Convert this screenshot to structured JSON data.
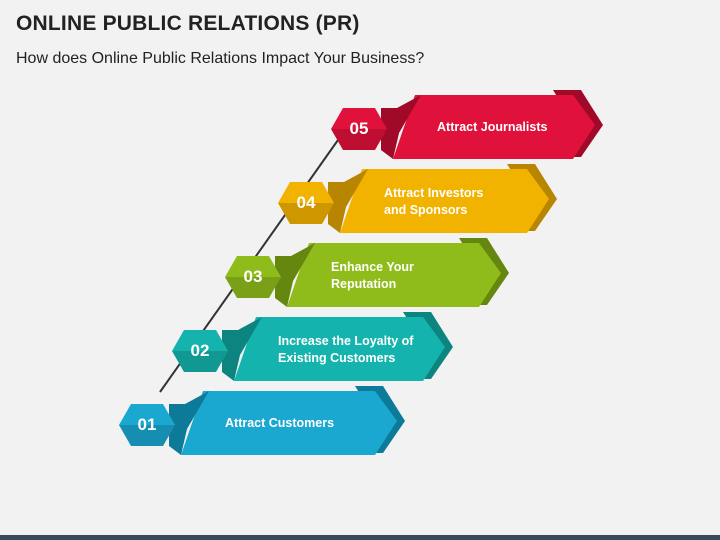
{
  "title": "ONLINE PUBLIC RELATIONS (PR)",
  "subtitle": "How does Online Public Relations Impact Your Business?",
  "steps": [
    {
      "number": "01",
      "label": "Attract Customers",
      "color": "#1aa7d0",
      "dark": "#0e7a99"
    },
    {
      "number": "02",
      "label": "Increase the Loyalty of\nExisting Customers",
      "color": "#15b3ad",
      "dark": "#0c8580"
    },
    {
      "number": "03",
      "label": "Enhance Your\nReputation",
      "color": "#8fbc1a",
      "dark": "#66870f"
    },
    {
      "number": "04",
      "label": "Attract Investors\nand Sponsors",
      "color": "#f2b200",
      "dark": "#b88500"
    },
    {
      "number": "05",
      "label": "Attract Journalists",
      "color": "#e0123c",
      "dark": "#a00a28"
    }
  ]
}
